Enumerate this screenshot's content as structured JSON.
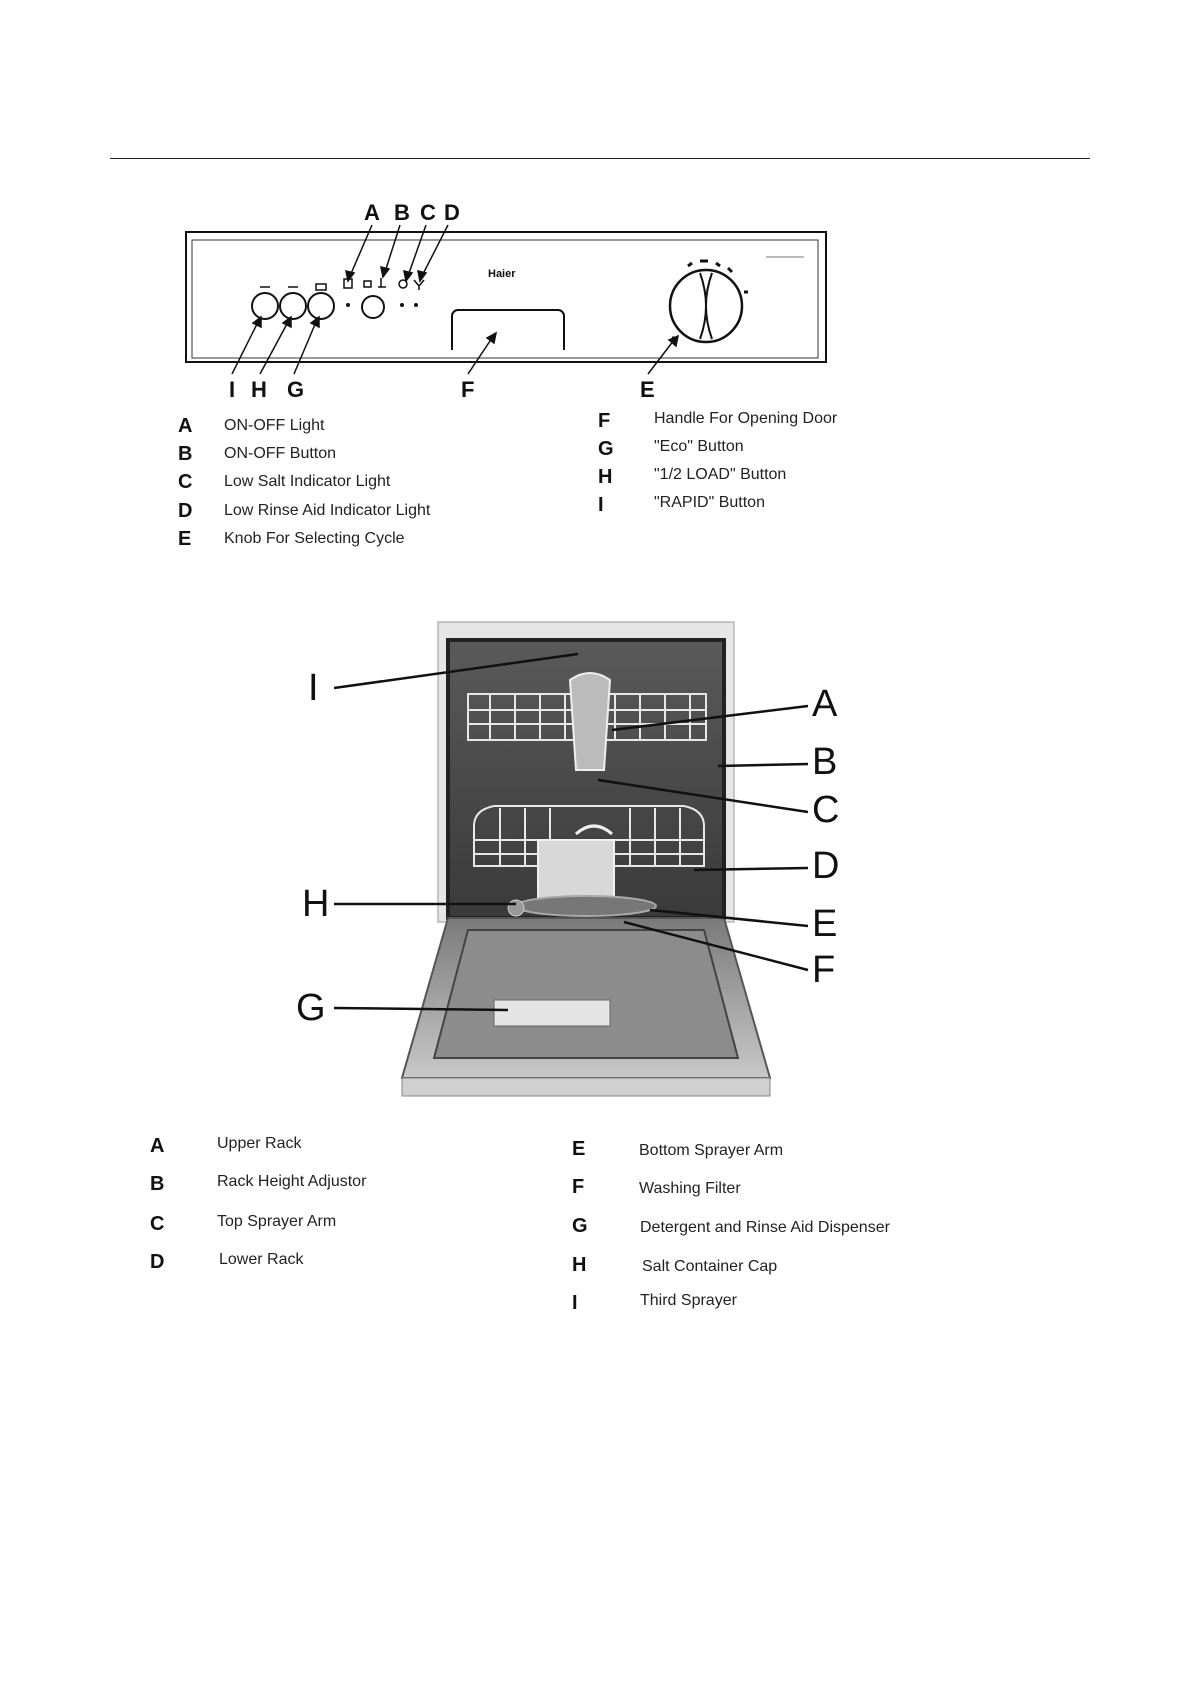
{
  "control_panel": {
    "brand": "Haier",
    "callouts": [
      "A",
      "B",
      "C",
      "D",
      "I",
      "H",
      "G",
      "F",
      "E"
    ],
    "legend_left": [
      {
        "letter": "A",
        "text": "ON-OFF Light"
      },
      {
        "letter": "B",
        "text": "ON-OFF Button"
      },
      {
        "letter": "C",
        "text": "Low Salt Indicator Light"
      },
      {
        "letter": "D",
        "text": "Low Rinse Aid Indicator Light"
      },
      {
        "letter": "E",
        "text": "Knob For Selecting Cycle"
      }
    ],
    "legend_right": [
      {
        "letter": "F",
        "text": "Handle For Opening Door"
      },
      {
        "letter": "G",
        "text": "\"Eco\" Button"
      },
      {
        "letter": "H",
        "text": "\"1/2 LOAD\" Button"
      },
      {
        "letter": "I",
        "text": "\"RAPID\" Button"
      }
    ]
  },
  "interior": {
    "callouts": [
      "I",
      "A",
      "B",
      "C",
      "D",
      "H",
      "E",
      "F",
      "G"
    ],
    "legend_left": [
      {
        "letter": "A",
        "text": "Upper Rack"
      },
      {
        "letter": "B",
        "text": "Rack Height Adjustor"
      },
      {
        "letter": "C",
        "text": "Top Sprayer Arm"
      },
      {
        "letter": "D",
        "text": "Lower Rack"
      }
    ],
    "legend_right": [
      {
        "letter": "E",
        "text": "Bottom Sprayer Arm"
      },
      {
        "letter": "F",
        "text": "Washing Filter"
      },
      {
        "letter": "G",
        "text": "Detergent and Rinse Aid Dispenser"
      },
      {
        "letter": "H",
        "text": "Salt Container Cap"
      },
      {
        "letter": "I",
        "text": "Third Sprayer"
      }
    ]
  }
}
